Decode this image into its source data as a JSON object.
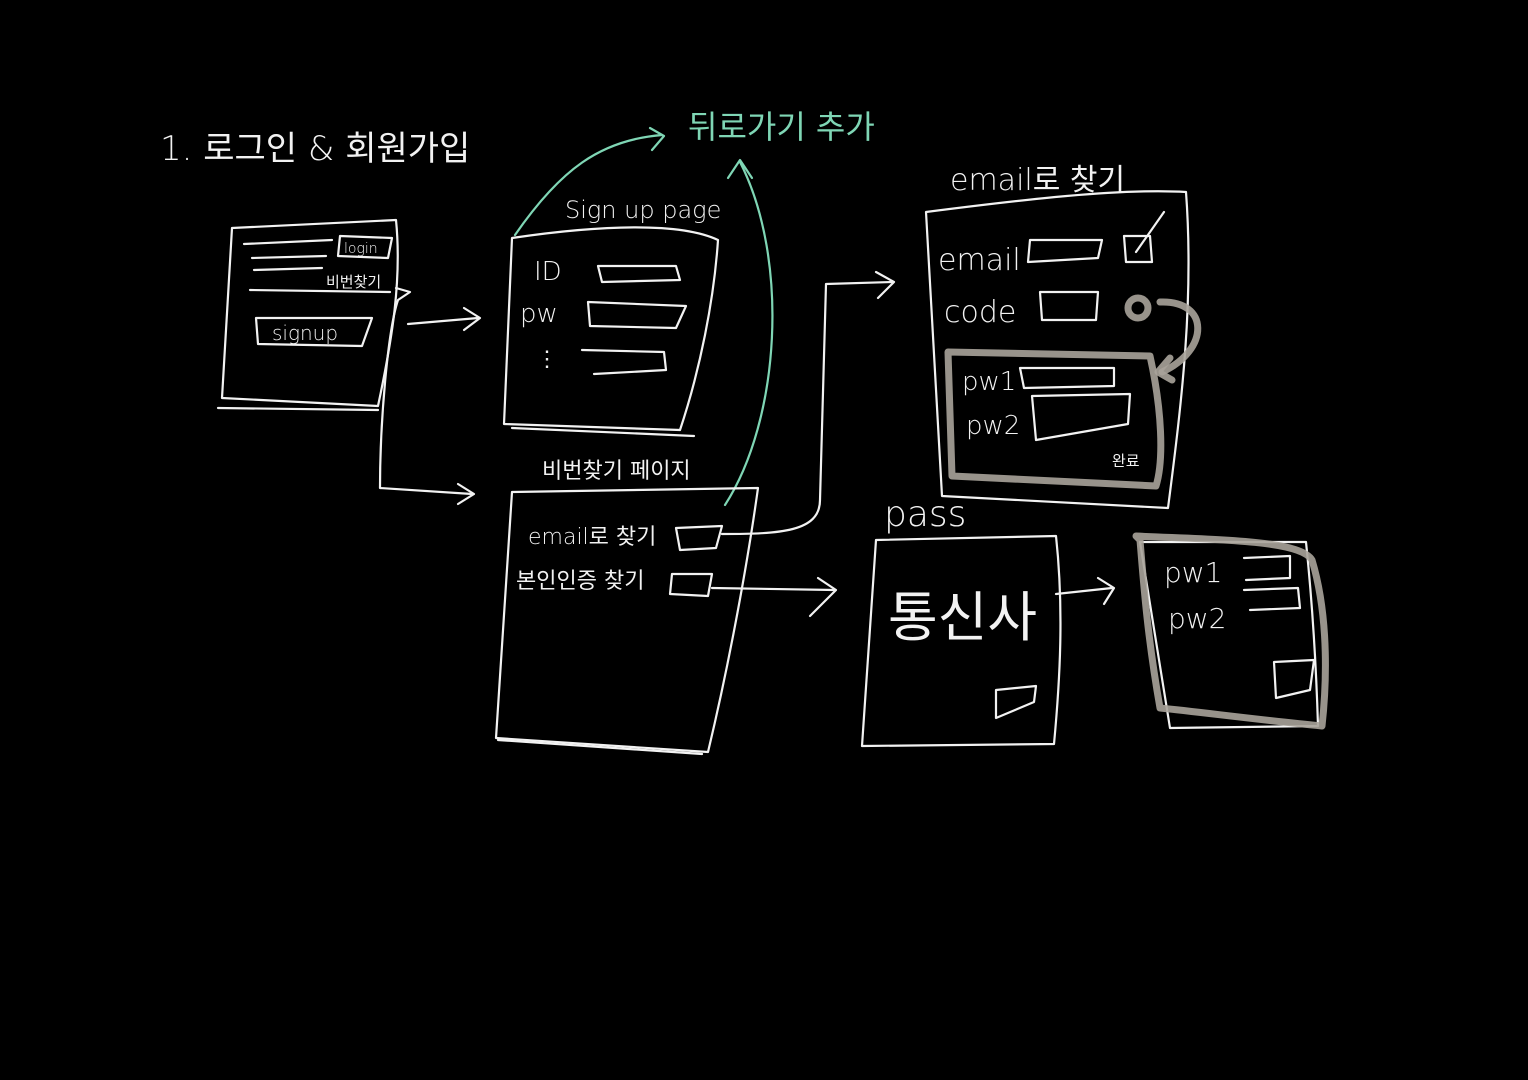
{
  "colors": {
    "background": "#000000",
    "ink": "#f2f2f2",
    "accent": "#7fd6b5",
    "highlight": "#a8a39a"
  },
  "title": "1. 로그인 & 회원가입",
  "note_back": "뒤로가기 추가",
  "login_page": {
    "login": "login",
    "find_pw": "비번찾기",
    "signup": "signup"
  },
  "signup_page": {
    "title": "Sign up page",
    "id_label": "ID",
    "pw_label": "pw",
    "more": "⋮"
  },
  "find_pw_page": {
    "title": "비번찾기 페이지",
    "email_find": "email로 찾기",
    "identity_find": "본인인증 찾기"
  },
  "email_find_page": {
    "title": "email로 찾기",
    "email_label": "email",
    "code_label": "code",
    "pw1_label": "pw1",
    "pw2_label": "pw2",
    "submit": "완료"
  },
  "pass_page": {
    "title": "pass",
    "carrier": "통신사"
  },
  "reset_page": {
    "pw1_label": "pw1",
    "pw2_label": "pw2"
  }
}
